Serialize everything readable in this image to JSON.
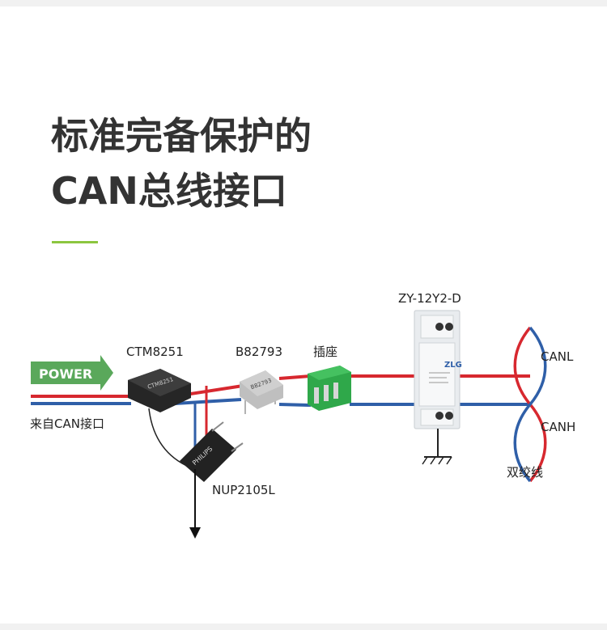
{
  "heading": {
    "line1": "标准完备保护的",
    "line2": "CAN总线接口"
  },
  "diagram": {
    "power_label": "POWER",
    "source_label": "来自CAN接口",
    "ctm_label": "CTM8251",
    "ctm_chip_text": "CTM8251",
    "b82793_label": "B82793",
    "b82793_chip_text": "B82793",
    "socket_label": "插座",
    "nup_label": "NUP2105L",
    "nup_chip_text": "PHILIPS",
    "protector_label": "ZY-12Y2-D",
    "protector_brand": "ZLG",
    "canl_label": "CANL",
    "canh_label": "CANH",
    "twisted_pair_label": "双绞线",
    "colors": {
      "canl_wire": "#d7282f",
      "canh_wire": "#2f5fa8",
      "power_arrow": "#5aa85b",
      "accent": "#8cc63f"
    }
  }
}
